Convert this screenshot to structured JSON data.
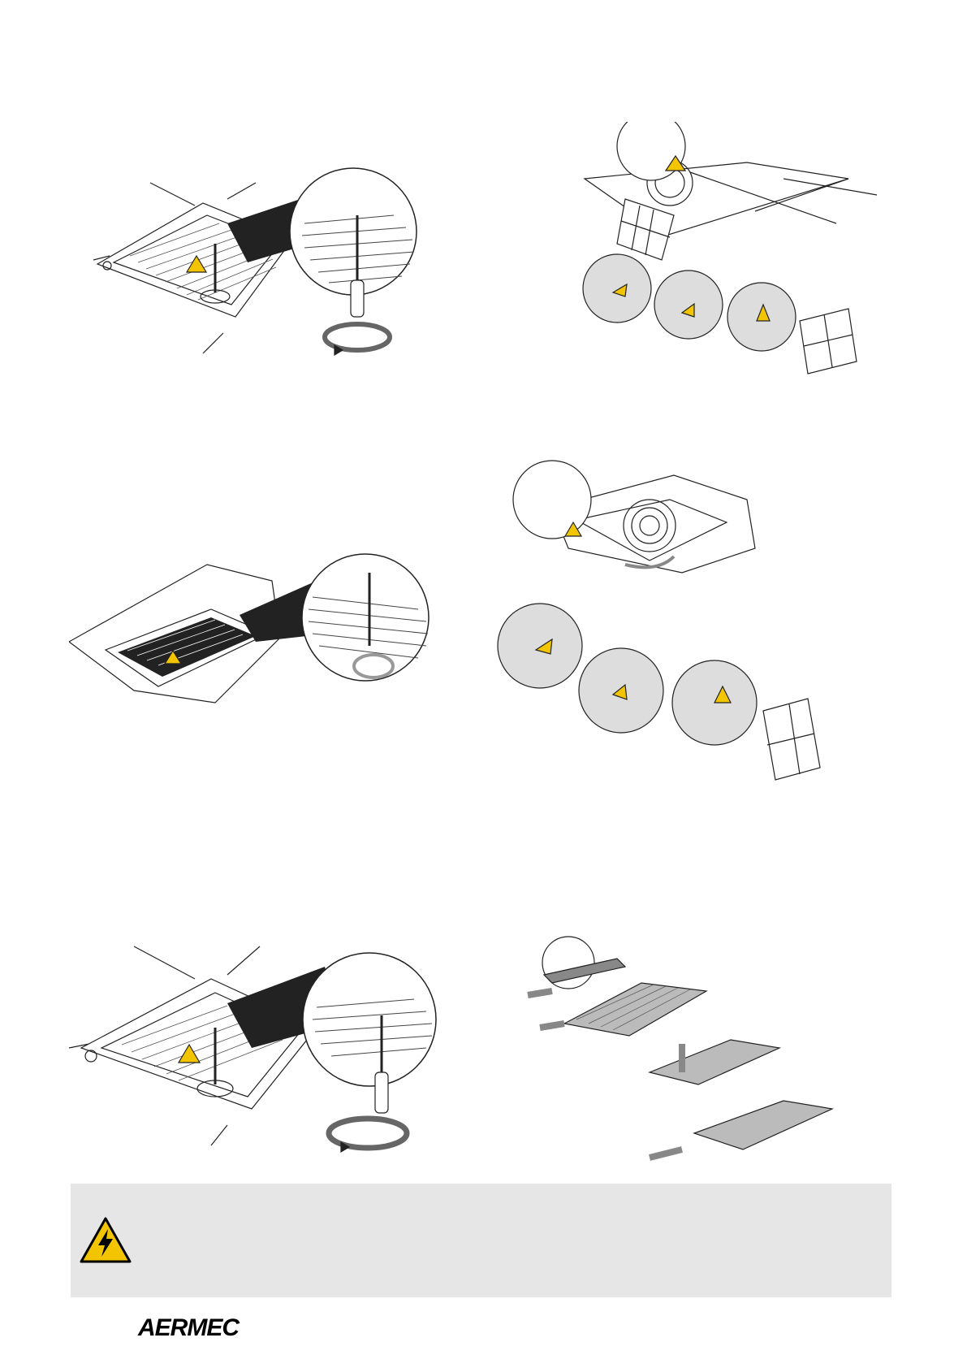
{
  "footer": {
    "brand": "AERMEC"
  },
  "colors": {
    "warning_yellow": "#f2c500",
    "band_gray": "#e6e6e6",
    "line": "#222222"
  },
  "figures": [
    {
      "id": "grille-screw-front"
    },
    {
      "id": "filter-unhook-front"
    },
    {
      "id": "grille-screw-side"
    },
    {
      "id": "filter-unhook-side"
    },
    {
      "id": "grille-screw-bottom"
    },
    {
      "id": "filter-layers"
    }
  ],
  "icons": {
    "warning": "electrical-hazard-icon"
  }
}
